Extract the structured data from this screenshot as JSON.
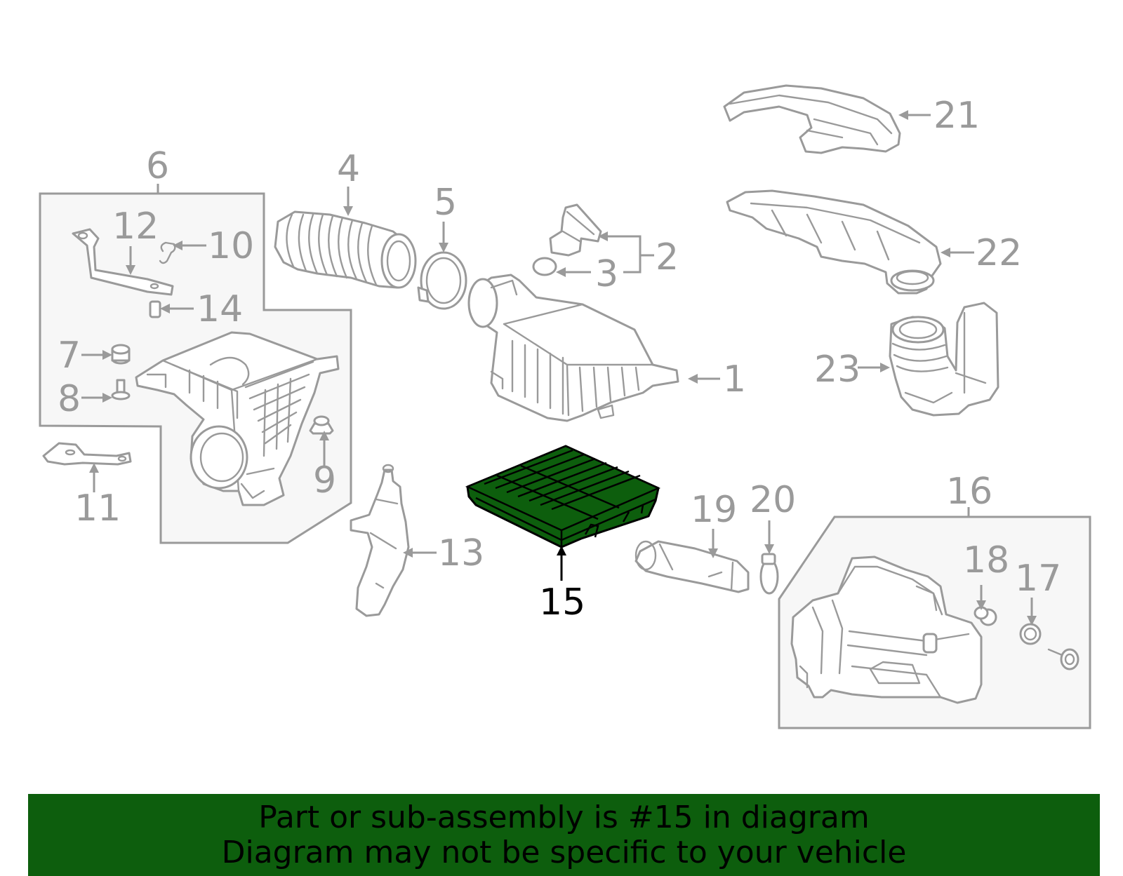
{
  "diagram": {
    "highlight_color": "#0d5e0d",
    "line_color": "#9a9a9a",
    "highlighted_part": "15",
    "callouts": {
      "c1": "1",
      "c2": "2",
      "c3": "3",
      "c4": "4",
      "c5": "5",
      "c6": "6",
      "c7": "7",
      "c8": "8",
      "c9": "9",
      "c10": "10",
      "c11": "11",
      "c12": "12",
      "c13": "13",
      "c14": "14",
      "c15": "15",
      "c16": "16",
      "c17": "17",
      "c18": "18",
      "c19": "19",
      "c20": "20",
      "c21": "21",
      "c22": "22",
      "c23": "23"
    }
  },
  "banner": {
    "line1": "Part or sub-assembly is #15 in diagram",
    "line2": "Diagram may not be specific to your vehicle",
    "background": "#0d5e0d"
  }
}
